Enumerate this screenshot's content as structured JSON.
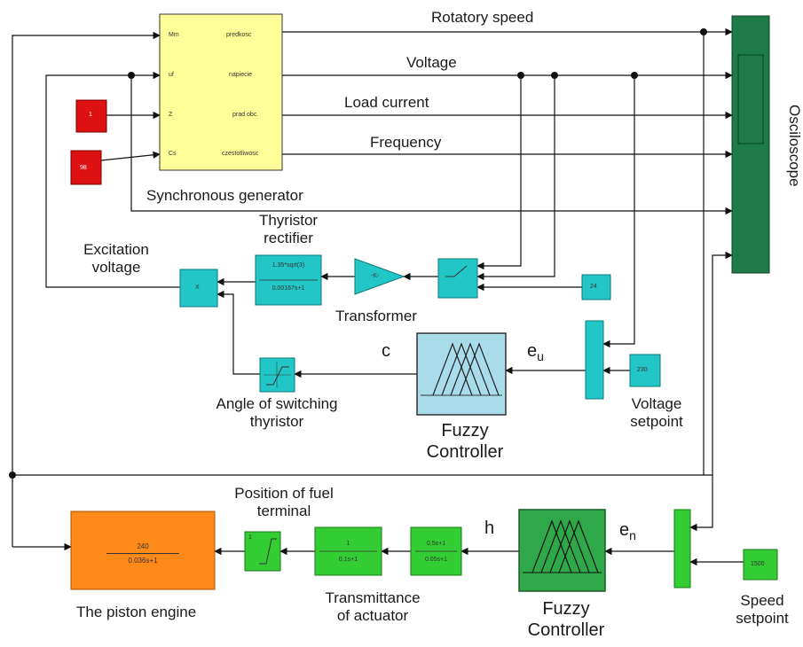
{
  "signals": {
    "rotatory_speed": "Rotatory speed",
    "voltage": "Voltage",
    "load_current": "Load current",
    "frequency": "Frequency"
  },
  "generator": {
    "label": "Synchronous generator",
    "inputs": [
      "Mm",
      "uf",
      "Z",
      "Cs"
    ],
    "outputs": [
      "predkosc",
      "napiecie",
      "prad obc.",
      "czestotliwosc"
    ]
  },
  "oscilloscope": {
    "label": "Osciloscope"
  },
  "labels": {
    "thyristor_rectifier": "Thyristor rectifier",
    "excitation_voltage": "Excitation voltage",
    "transformer": "Transformer",
    "angle_of_switching": "Angle of switching thyristor",
    "voltage_setpoint": "Voltage setpoint",
    "position_fuel_terminal": "Position of fuel terminal",
    "piston_engine": "The piston engine",
    "transmittance_actuator": "Transmittance of actuator",
    "speed_setpoint": "Speed setpoint",
    "fuzzy_controller_1": "Fuzzy Controller",
    "fuzzy_controller_2": "Fuzzy Controller",
    "c": "c",
    "eu": "e",
    "eu_sub": "u",
    "h": "h",
    "en": "e",
    "en_sub": "n"
  },
  "blocks": {
    "rectifier_num": "1.35*sqrt(3)",
    "rectifier_den": "0.00167s+1",
    "transformer_gain": "-K-",
    "const_24": "24",
    "const_230": "230",
    "const_1500": "1500",
    "product": "X",
    "engine_num": "240",
    "engine_den": "0.036s+1",
    "actuator_num": "1",
    "actuator_den": "0.1s+1",
    "lead_num": "0.5s+1",
    "lead_den": "0.05s+1",
    "sat_in": "1",
    "red_top": "1",
    "red_bottom": "98"
  },
  "colors": {
    "generator": "#ffff99",
    "red": "#dd1111",
    "cyan": "#22c6c6",
    "fuzzy_blue": "#a8dcea",
    "green": "#33cc33",
    "fuzzy_green": "#2fa84a",
    "orange": "#ff8a1a",
    "scope": "#1f7a4a"
  }
}
